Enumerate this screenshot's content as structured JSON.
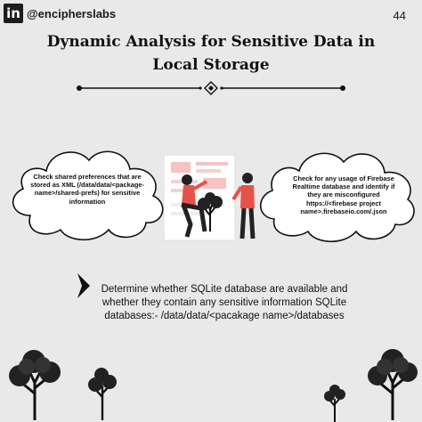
{
  "header": {
    "logo_text": "in",
    "handle": "@encipherslabs",
    "page_number": "44"
  },
  "title": "Dynamic Analysis for Sensitive Data in Local Storage",
  "left_cloud": {
    "text": "Check shared preferences that are stored as XML (/data/data/<package-name>/shared-prefs) for sensitive information"
  },
  "right_cloud": {
    "text": "Check for any usage of Firebase Realtime database and identify if they are misconfigured https://<firebase project name>.firebaseio.com/.json"
  },
  "main_point": {
    "text": "Determine whether SQLite database are available and whether they contain any sensitive information SQLite databases:- /data/data/<pacakage name>/databases"
  },
  "colors": {
    "background": "#e9e9e9",
    "shirt": "#e8514a",
    "ink": "#111111"
  },
  "icons": [
    "linkedin-icon",
    "ornament-divider",
    "triangle-arrow-icon",
    "tree-icon",
    "cloud-shape"
  ]
}
